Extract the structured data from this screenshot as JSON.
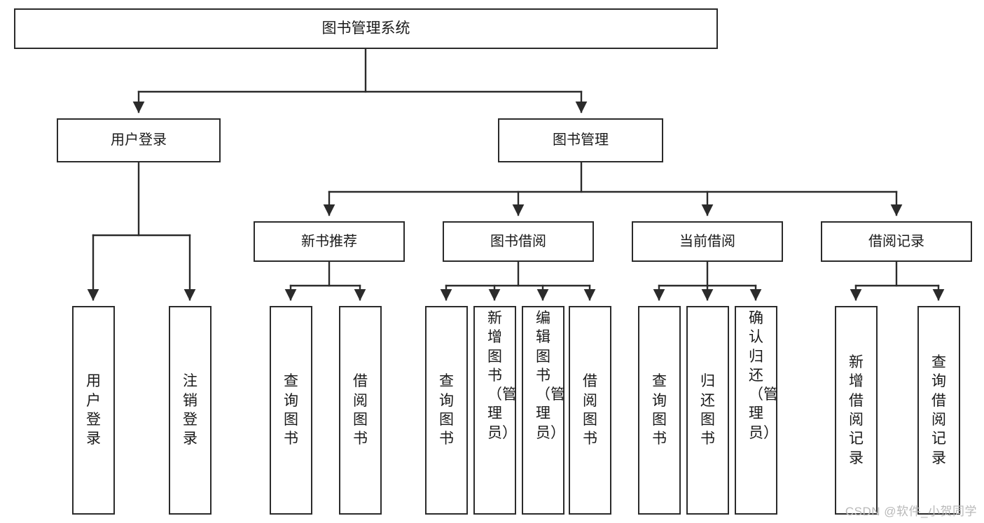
{
  "diagram": {
    "title": "图书管理系统",
    "type": "功能结构图",
    "root": {
      "label": "图书管理系统"
    },
    "level2": [
      {
        "label": "用户登录"
      },
      {
        "label": "图书管理"
      }
    ],
    "level3": [
      {
        "label": "新书推荐"
      },
      {
        "label": "图书借阅"
      },
      {
        "label": "当前借阅"
      },
      {
        "label": "借阅记录"
      }
    ],
    "leaves": {
      "user_login": [
        {
          "label": "用户登录"
        },
        {
          "label": "注销登录"
        }
      ],
      "new_book_recommend": [
        {
          "label": "查询图书"
        },
        {
          "label": "借阅图书"
        }
      ],
      "book_borrow": [
        {
          "label": "查询图书"
        },
        {
          "label": "新增图书（管理员）"
        },
        {
          "label": "编辑图书（管理员）"
        },
        {
          "label": "借阅图书"
        }
      ],
      "current_borrow": [
        {
          "label": "查询图书"
        },
        {
          "label": "归还图书"
        },
        {
          "label": "确认归还（管理员）"
        }
      ],
      "borrow_record": [
        {
          "label": "新增借阅记录"
        },
        {
          "label": "查询借阅记录"
        }
      ]
    }
  },
  "watermark": {
    "text": "CSDN @软件_小贺同学"
  },
  "colors": {
    "background": "#ffffff",
    "box_border": "#2b2b2b",
    "box_fill": "#ffffff",
    "text": "#1a1a1a",
    "connector": "#2b2b2b",
    "watermark": "#b9b9b9"
  }
}
